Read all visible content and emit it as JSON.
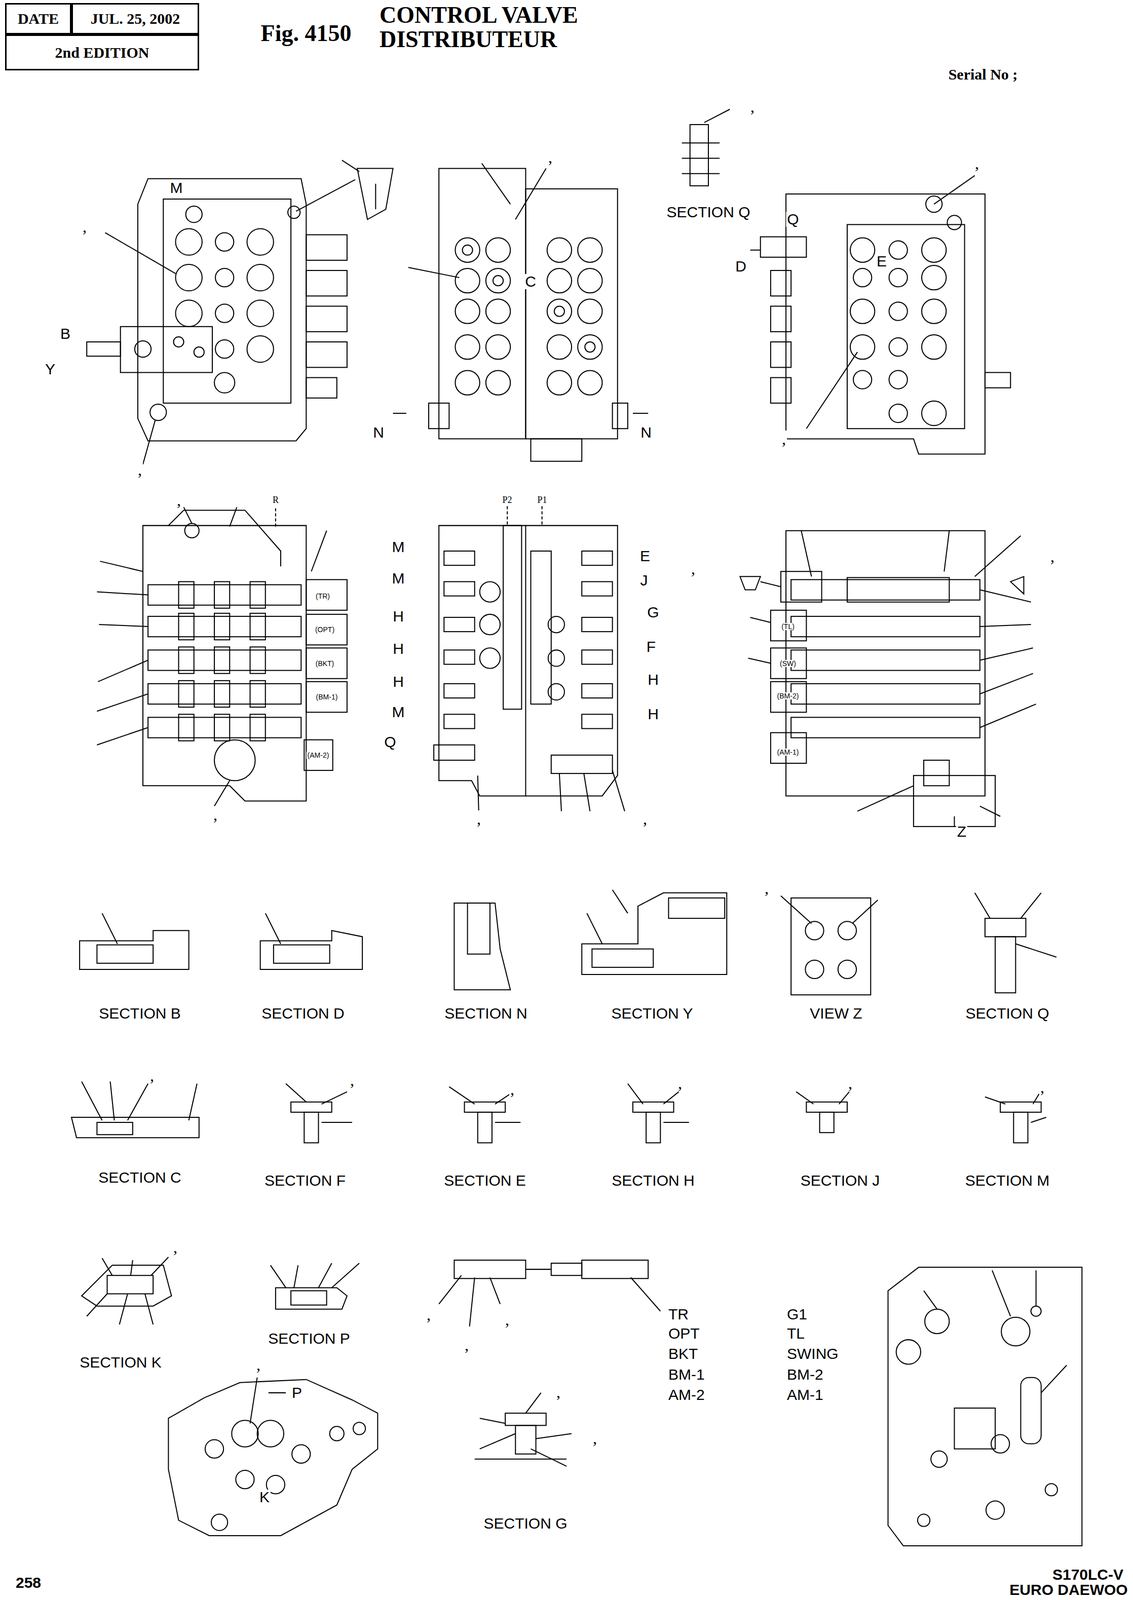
{
  "diagram": {
    "title": "CONTROL VALVE DISTRIBUTEUR",
    "nodes": [
      {
        "text": [
          "DATE"
        ]
      },
      {
        "text": [
          "JUL. 25, 2002"
        ]
      },
      {
        "text": [
          "2nd EDITION"
        ]
      }
    ],
    "labels": [
      "Fig. 4150",
      "Serial No ;",
      "SECTION Q",
      "M",
      "B",
      "Y",
      "C",
      "N",
      "N",
      "Q",
      "D",
      "E",
      "R",
      "P2",
      "P1",
      "(TR)",
      "(OPT)",
      "(BKT)",
      "(BM-1)",
      "(AM-2)",
      "(TL)",
      "(SW)",
      "(BM-2)",
      "(AM-1)",
      "M",
      "M",
      "H",
      "H",
      "H",
      "M",
      "Q",
      "E",
      "J",
      "G",
      "F",
      "H",
      "H",
      "Z",
      "SECTION B",
      "SECTION D",
      "SECTION N",
      "SECTION Y",
      "VIEW Z",
      "SECTION Q",
      "SECTION C",
      "SECTION F",
      "SECTION E",
      "SECTION H",
      "SECTION J",
      "SECTION M",
      "SECTION K",
      "SECTION P",
      "TR",
      "OPT",
      "BKT",
      "BM-1",
      "AM-2",
      "G1",
      "TL",
      "SWING",
      "BM-2",
      "AM-1",
      "P",
      "K",
      "SECTION G",
      "258",
      "S170LC-V",
      "EURO DAEWOO",
      ",",
      ",",
      ",",
      ",",
      ",",
      ",",
      ",",
      ",",
      ",",
      ",",
      ",",
      ",",
      ",",
      ",",
      ",",
      ",",
      ",",
      ",",
      ",",
      ",",
      ",",
      ",",
      ",",
      ",",
      ",",
      ",",
      ",",
      ",",
      ","
    ]
  }
}
